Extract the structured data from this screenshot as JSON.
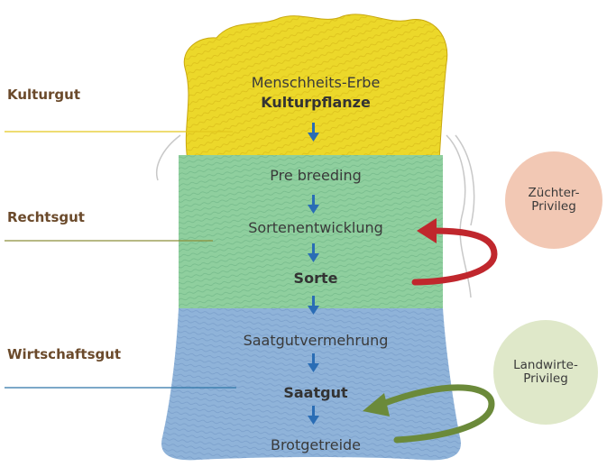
{
  "levels": [
    {
      "label": "Kulturgut",
      "line_color": "#e3c81e"
    },
    {
      "label": "Rechtsgut",
      "line_color": "#8c8f3a"
    },
    {
      "label": "Wirtschaftsgut",
      "line_color": "#2f74a6"
    }
  ],
  "steps": {
    "menschheitserbe": "Menschheits-Erbe",
    "kulturpflanze": "Kulturpflanze",
    "pre_breeding": "Pre breeding",
    "sortenentwicklung": "Sortenentwicklung",
    "sorte": "Sorte",
    "saatgutvermehrung": "Saatgutvermehrung",
    "saatgut": "Saatgut",
    "brotgetreide": "Brotgetreide"
  },
  "privileges": [
    {
      "line1": "Züchter-",
      "line2": "Privileg",
      "color": "#f2c8b4",
      "arrow_color": "#c0272d"
    },
    {
      "line1": "Landwirte-",
      "line2": "Privileg",
      "color": "#dfe8c9",
      "arrow_color": "#6b8a3a"
    }
  ],
  "colors": {
    "sack_top": "#ecd82a",
    "sack_middle": "#8fcf9e",
    "sack_bottom": "#8fb3d9",
    "flow_arrow": "#2a6db5",
    "label_text": "#6b4a2b"
  }
}
